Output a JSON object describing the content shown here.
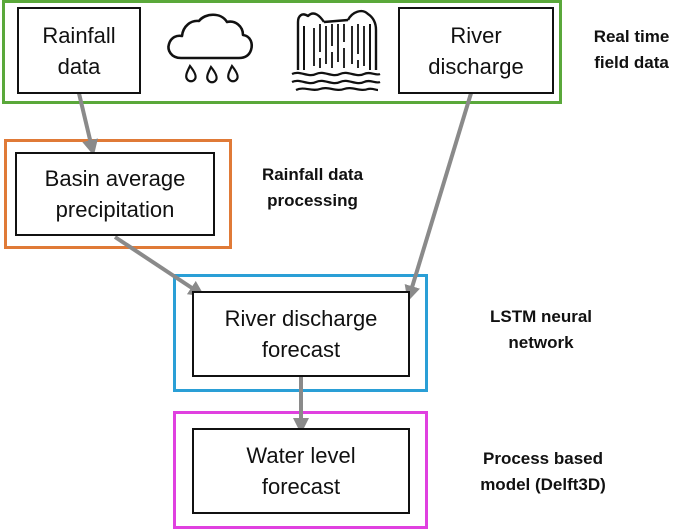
{
  "colors": {
    "field_frame": "#5aa83a",
    "processing_frame": "#e07a37",
    "lstm_frame": "#2a9fd6",
    "process_frame": "#e040e0",
    "arrow": "#8a8a8a",
    "box_border": "#111111"
  },
  "nodes": {
    "rainfall": "Rainfall\ndata",
    "river_discharge": "River\ndischarge",
    "basin_precip": "Basin average\nprecipitation",
    "discharge_forecast": "River discharge\nforecast",
    "water_level": "Water level\nforecast"
  },
  "labels": {
    "field": "Real time\nfield data",
    "processing": "Rainfall data\nprocessing",
    "lstm": "LSTM neural\nnetwork",
    "process": "Process based\nmodel (Delft3D)"
  },
  "icons": {
    "rain": "rain-cloud-icon",
    "waterfall": "waterfall-icon"
  }
}
